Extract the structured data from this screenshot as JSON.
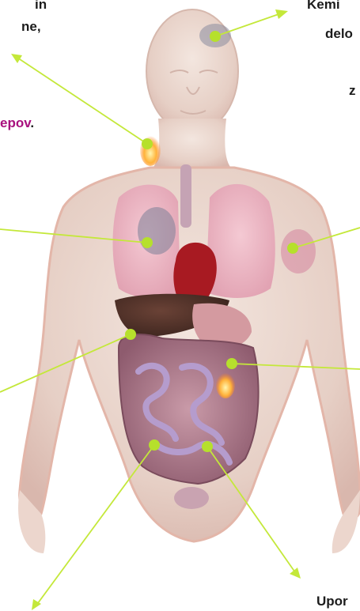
{
  "captions": {
    "top_left_line1": "in",
    "top_left_line2": "ne,",
    "mid_left_word": "epov",
    "mid_left_punct": ".",
    "top_right_line1": "Kemi",
    "top_right_line2": "delo",
    "right_line3": "z",
    "bottom_right": "Upor"
  },
  "colors": {
    "pointer_line": "#c4e83a",
    "marker": "#b6e02c",
    "accent_text": "#a8107e"
  },
  "image": {
    "subject": "translucent human torso with visible internal organs"
  }
}
